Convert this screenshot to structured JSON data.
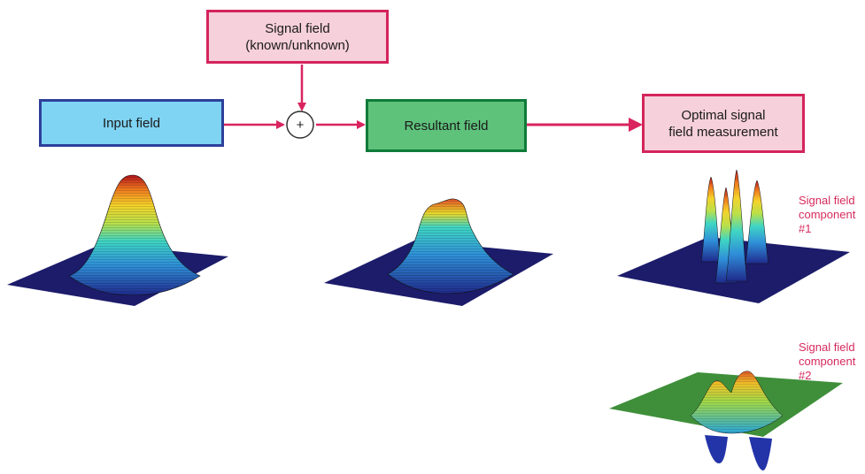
{
  "boxes": {
    "signal_field": {
      "lines": [
        "Signal field",
        "(known/unknown)"
      ]
    },
    "input_field": {
      "lines": [
        "Input field"
      ]
    },
    "resultant_field": {
      "lines": [
        "Resultant field"
      ]
    },
    "optimal_measurement": {
      "lines": [
        "Optimal signal",
        "field measurement"
      ]
    }
  },
  "summing_junction": {
    "symbol": "+"
  },
  "component_labels": [
    {
      "lines": [
        "Signal field",
        "component",
        "#1"
      ]
    },
    {
      "lines": [
        "Signal field",
        "component",
        "#2"
      ]
    }
  ],
  "colors": {
    "arrow": "#d9245f",
    "plot_floor_dark": "#1c1c6b",
    "plot_floor_green": "#3f8f3a"
  }
}
